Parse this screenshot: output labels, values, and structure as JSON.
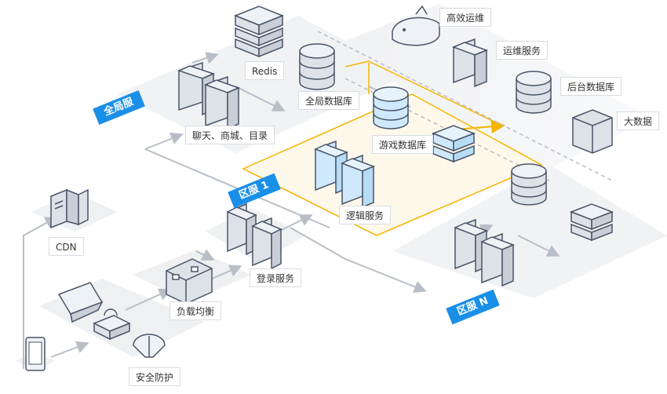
{
  "labels": {
    "redis": "Redis",
    "global_db": "全局数据库",
    "chat_mall": "聊天、商城、目录",
    "ops_efficient": "高效运维",
    "ops_service": "运维服务",
    "backend_db": "后台数据库",
    "big_data": "大数据",
    "game_db": "游戏数据库",
    "logic_service": "逻辑服务",
    "login_service": "登录服务",
    "load_balance": "负载均衡",
    "cdn": "CDN",
    "security": "安全防护"
  },
  "zones": {
    "global": "全局服",
    "zone1": "区服 1",
    "zoneN": "区服 N"
  },
  "colors": {
    "zone_badge": "#1a8fe8",
    "highlight_zone": "#f5b400",
    "platform": "#f2f3f5",
    "arrow": "#b8bec6"
  }
}
